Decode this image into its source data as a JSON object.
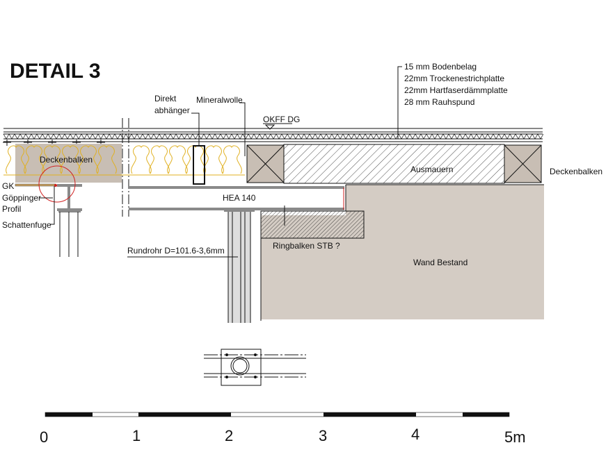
{
  "title": "DETAIL 3",
  "layers": {
    "line1": "15 mm Bodenbelag",
    "line2": "22mm Trockenestrichplatte",
    "line3": "22mm Hartfaserdämmplatte",
    "line4": "28 mm Rauhspund"
  },
  "labels": {
    "direkt1": "Direkt",
    "direkt2": "abhänger",
    "mineralwolle": "Mineralwolle",
    "okff": "OKFF DG",
    "deckenbalken_left": "Deckenbalken",
    "deckenbalken_right": "Deckenbalken",
    "ausmauern": "Ausmauern",
    "gk": "GK",
    "goeppinger": "Göppinger",
    "profil": "Profil",
    "schattenfuge": "Schattenfuge",
    "hea": "HEA 140",
    "rundrohr": "Rundrohr D=101.6-3,6mm",
    "ringbalken": "Ringbalken STB ?",
    "wand": "Wand Bestand"
  },
  "scale_bar": {
    "ticks": [
      "0",
      "1",
      "2",
      "3",
      "4",
      "5m"
    ]
  },
  "colors": {
    "wood": "#c8beb4",
    "wall": "#d4ccc4",
    "insulation": "#e0b020",
    "steel": "#8a8a8a",
    "markup": "#d02020"
  }
}
